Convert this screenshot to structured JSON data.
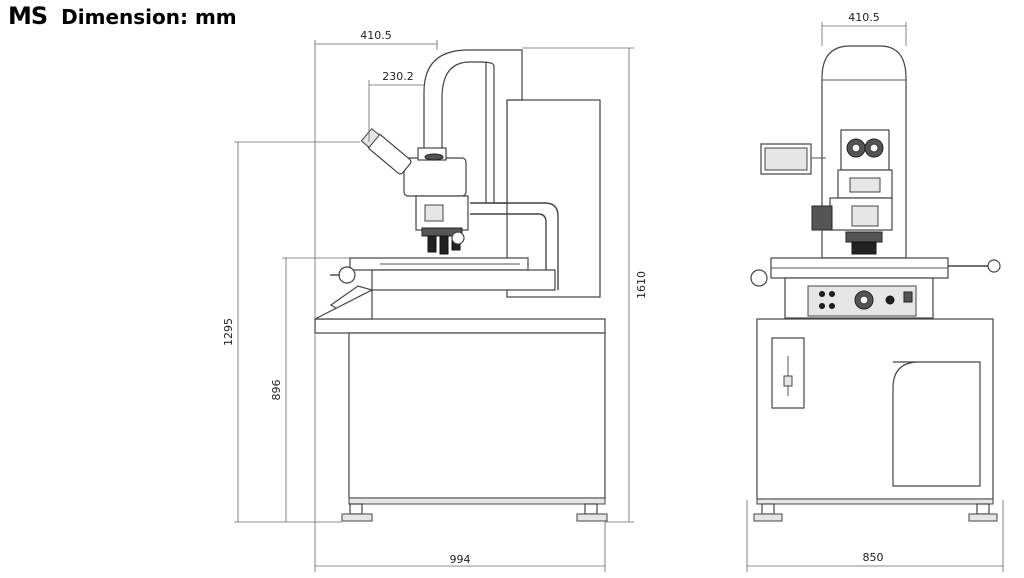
{
  "header": {
    "brand": "MS",
    "title": "Dimension: mm"
  },
  "side_view": {
    "dimensions": {
      "top_width": "410.5",
      "head_offset": "230.2",
      "total_height": "1610",
      "eyepiece_height": "1295",
      "table_height": "896",
      "base_width": "994"
    }
  },
  "front_view": {
    "dimensions": {
      "top_width": "410.5",
      "base_width": "850"
    }
  }
}
